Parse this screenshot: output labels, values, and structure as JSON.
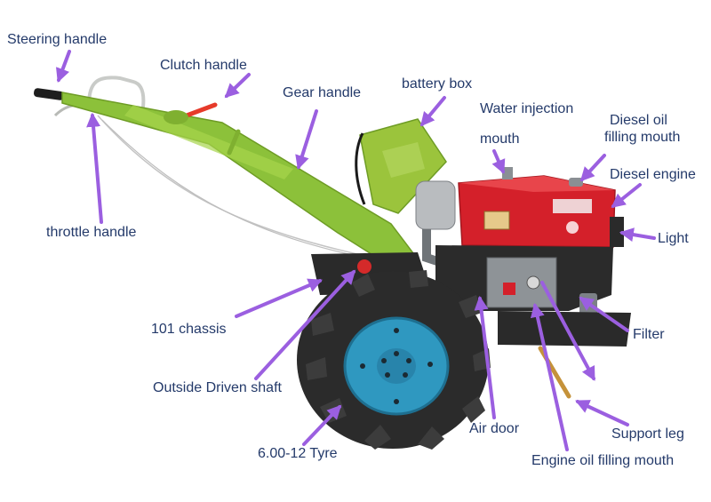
{
  "colors": {
    "label_text": "#243a6a",
    "arrow": "#9b5fe0",
    "frame_green": "#8cc13a",
    "box_green": "#9bc43c",
    "engine_red": "#d4202a",
    "hub_blue": "#2f98c0",
    "tire": "#2b2b2b",
    "metal": "#8a8f94"
  },
  "labels": {
    "steering_handle": "Steering handle",
    "clutch_handle": "Clutch handle",
    "gear_handle": "Gear handle",
    "battery_box": "battery box",
    "water_injection_line1": "Water injection",
    "water_injection_line2": "mouth",
    "diesel_oil_line1": "Diesel oil",
    "diesel_oil_line2": "filling mouth",
    "diesel_engine": "Diesel engine",
    "light": "Light",
    "throttle_handle": "throttle handle",
    "chassis": "101 chassis",
    "filter": "Filter",
    "driven_shaft": "Outside Driven shaft",
    "air_door": "Air door",
    "support_leg": "Support leg",
    "tyre": "6.00-12 Tyre",
    "engine_oil_mouth": "Engine oil filling mouth"
  }
}
